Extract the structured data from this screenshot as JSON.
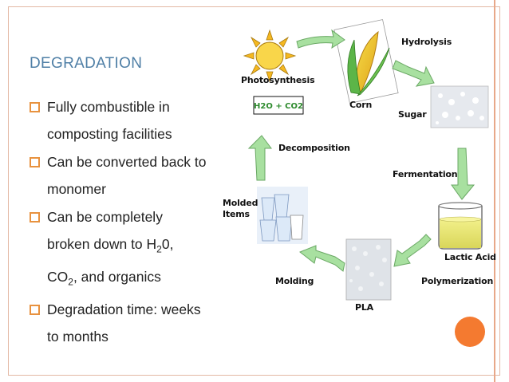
{
  "slide": {
    "title": "DEGRADATION",
    "bullets": [
      {
        "lines": [
          "Fully combustible in",
          "composting facilities"
        ]
      },
      {
        "lines": [
          "Can be converted back to",
          "monomer"
        ]
      },
      {
        "lines": [
          "Can be completely",
          "broken down to H",
          "2",
          "0,",
          "CO",
          "2",
          ", and organics"
        ]
      },
      {
        "lines": [
          "Degradation time:  weeks",
          "to months"
        ]
      }
    ]
  },
  "diagram": {
    "labels": {
      "photosynthesis": "Photosynthesis",
      "corn": "Corn",
      "hydrolysis": "Hydrolysis",
      "sugar": "Sugar",
      "fermentation": "Fermentation",
      "lactic_acid": "Lactic Acid",
      "polymerization": "Polymerization",
      "pla": "PLA",
      "molding": "Molding",
      "molded_items_1": "Molded",
      "molded_items_2": "Items",
      "decomposition": "Decomposition",
      "h2o_co2": "H2O + CO2"
    }
  },
  "colors": {
    "title": "#4f7fa6",
    "accent": "#f47a30",
    "arrow": "#a8e0a0",
    "box": "#2e8b2e"
  }
}
